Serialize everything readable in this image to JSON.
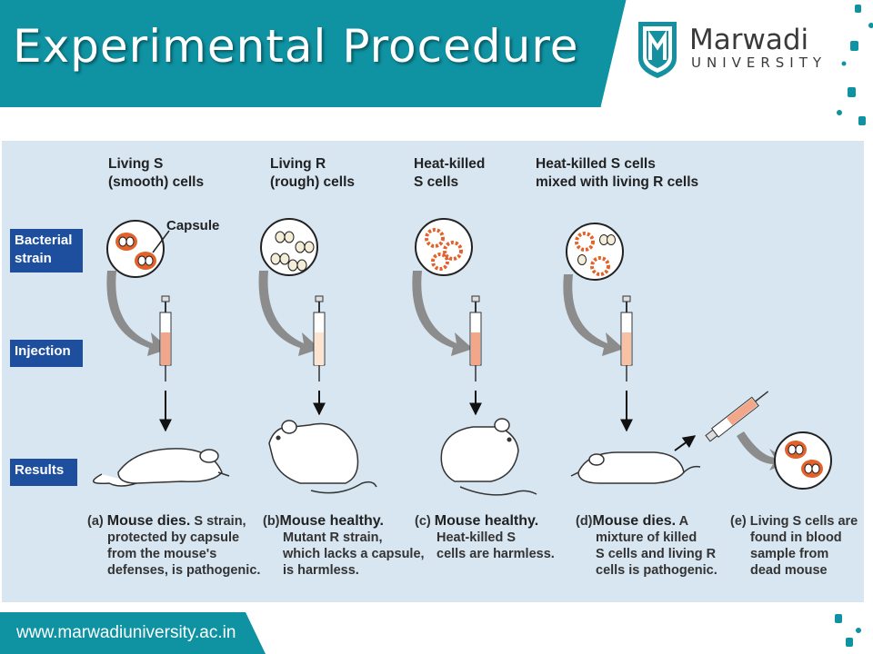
{
  "header": {
    "title": "Experimental Procedure",
    "brand_name": "Marwadi",
    "brand_sub": "UNIVERSITY"
  },
  "figure": {
    "columns": [
      {
        "heading": [
          "Living S",
          "(smooth) cells"
        ]
      },
      {
        "heading": [
          "Living R",
          "(rough) cells"
        ]
      },
      {
        "heading": [
          "Heat-killed",
          "S cells"
        ]
      },
      {
        "heading": [
          "Heat-killed S cells",
          "mixed with living R cells"
        ]
      }
    ],
    "capsule_label": "Capsule",
    "row_labels": {
      "strain": [
        "Bacterial",
        "strain"
      ],
      "injection": "Injection",
      "results": "Results"
    },
    "captions": [
      {
        "letter": "(a)",
        "headline": "Mouse dies.",
        "lines": [
          "S strain,",
          "protected by capsule",
          "from the mouse's",
          "defenses, is pathogenic."
        ]
      },
      {
        "letter": "(b)",
        "headline": "Mouse healthy.",
        "lines": [
          "",
          "Mutant R strain,",
          "which lacks a capsule,",
          "is harmless."
        ]
      },
      {
        "letter": "(c)",
        "headline": "Mouse healthy.",
        "lines": [
          "",
          "Heat-killed S",
          "cells are harmless."
        ]
      },
      {
        "letter": "(d)",
        "headline": "Mouse dies.",
        "lines": [
          "A",
          "mixture of killed",
          "S cells and living R",
          "cells is pathogenic."
        ]
      },
      {
        "letter": "(e)",
        "headline": "",
        "lines": [
          "Living S cells are",
          "found in blood",
          "sample from",
          "dead mouse"
        ]
      }
    ]
  },
  "footer": {
    "url": "www.marwadiuniversity.ac.in"
  },
  "colors": {
    "teal": "#0f93a3",
    "panel": "#d7e6f1",
    "label_blue": "#1d4f9e",
    "cell_orange": "#e2622a",
    "syringe_fill": "#f3a78a",
    "arrow_gray": "#8c8c8c"
  }
}
